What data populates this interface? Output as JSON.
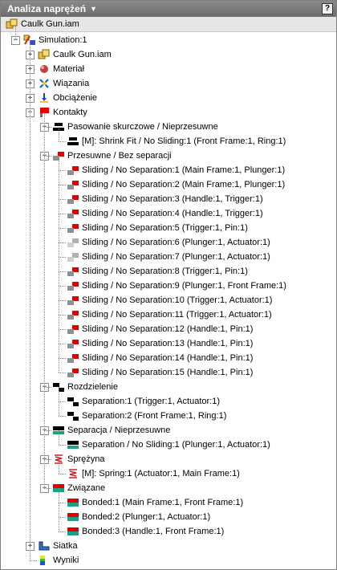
{
  "panel": {
    "title": "Analiza naprężeń",
    "title_arrow": "▼",
    "help": "?"
  },
  "root": {
    "label": "Caulk Gun.iam"
  },
  "tree": {
    "simulation": "Simulation:1",
    "assembly": "Caulk Gun.iam",
    "material": "Materiał",
    "constraints": "Wiązania",
    "loads": "Obciążenie",
    "contacts": "Kontakty",
    "shrink_group": "Pasowanie skurczowe / Nieprzesuwne",
    "shrink_items": [
      "[M]: Shrink Fit / No Sliding:1 (Front Frame:1, Ring:1)"
    ],
    "sliding_group": "Przesuwne / Bez separacji",
    "sliding_items": [
      "Sliding / No Separation:1 (Main Frame:1, Plunger:1)",
      "Sliding / No Separation:2 (Main Frame:1, Plunger:1)",
      "Sliding / No Separation:3 (Handle:1, Trigger:1)",
      "Sliding / No Separation:4 (Handle:1, Trigger:1)",
      "Sliding / No Separation:5 (Trigger:1, Pin:1)",
      "Sliding / No Separation:6 (Plunger:1, Actuator:1)",
      "Sliding / No Separation:7 (Plunger:1, Actuator:1)",
      "Sliding / No Separation:8 (Trigger:1, Pin:1)",
      "Sliding / No Separation:9 (Plunger:1, Front Frame:1)",
      "Sliding / No Separation:10 (Trigger:1, Actuator:1)",
      "Sliding / No Separation:11 (Trigger:1, Actuator:1)",
      "Sliding / No Separation:12 (Handle:1, Pin:1)",
      "Sliding / No Separation:13 (Handle:1, Pin:1)",
      "Sliding / No Separation:14 (Handle:1, Pin:1)",
      "Sliding / No Separation:15 (Handle:1, Pin:1)"
    ],
    "separation_group": "Rozdzielenie",
    "separation_items": [
      "Separation:1 (Trigger:1, Actuator:1)",
      "Separation:2 (Front Frame:1, Ring:1)"
    ],
    "sep_nonslide_group": "Separacja / Nieprzesuwne",
    "sep_nonslide_items": [
      "Separation / No Sliding:1 (Plunger:1, Actuator:1)"
    ],
    "spring_group": "Sprężyna",
    "spring_items": [
      "[M]: Spring:1 (Actuator:1, Main Frame:1)"
    ],
    "bonded_group": "Związane",
    "bonded_items": [
      "Bonded:1 (Main Frame:1, Front Frame:1)",
      "Bonded:2 (Plunger:1, Actuator:1)",
      "Bonded:3 (Handle:1, Front Frame:1)"
    ],
    "mesh": "Siatka",
    "results": "Wyniki"
  },
  "colors": {
    "contact_red": "#e00000",
    "title_bg": "#6f6f6f"
  }
}
